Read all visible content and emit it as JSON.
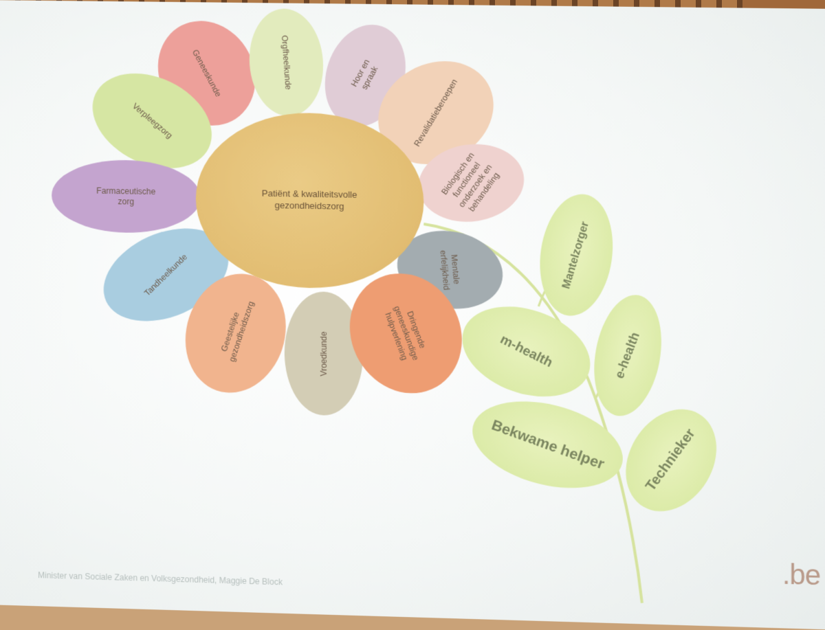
{
  "center": {
    "label": "Patiënt & kwaliteitsvolle gezondheidszorg"
  },
  "petals": [
    {
      "label": "Geneeskunde",
      "color": "#eda09a"
    },
    {
      "label": "Orgfheelkunde",
      "color": "#e2ebbd"
    },
    {
      "label": "Hoor en spraak",
      "color": "#e0ccd6"
    },
    {
      "label": "Revalidatieberoepen",
      "color": "#f2d2b8"
    },
    {
      "label": "Biologisch en functioneel onderzoek en behandeling",
      "color": "#efd2cf"
    },
    {
      "label": "Verpleegzorg",
      "color": "#d6e6a3"
    },
    {
      "label": "Farmaceutische zorg",
      "color": "#c4a4cf"
    },
    {
      "label": "Mentale erfelijkheid",
      "color": "#a3acb0"
    },
    {
      "label": "Tandheelkunde",
      "color": "#a9cde0"
    },
    {
      "label": "Geestelijke gezondheidszorg",
      "color": "#f1b48e"
    },
    {
      "label": "Vroedkunde",
      "color": "#d3cdb5"
    },
    {
      "label": "Dringende geneeskundige hulpverlening",
      "color": "#ee9d72"
    }
  ],
  "leaves": [
    {
      "label": "Mantelzorger"
    },
    {
      "label": "m-health"
    },
    {
      "label": "e-health"
    },
    {
      "label": "Bekwame helper"
    },
    {
      "label": "Technieker"
    }
  ],
  "footer": "Minister van Sociale Zaken en Volksgezondheid, Maggie De Block",
  "logo": ".be"
}
